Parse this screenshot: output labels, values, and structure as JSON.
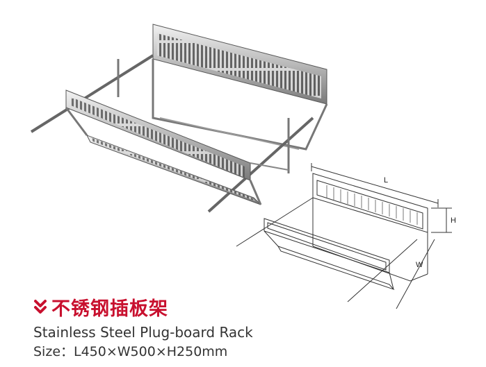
{
  "photo": {
    "alt": "stainless steel plug-board rack photo"
  },
  "drawing": {
    "label_length": "L",
    "label_height": "H",
    "label_width": "W"
  },
  "caption": {
    "title_cn": "不锈钢插板架",
    "title_en": "Stainless Steel Plug-board Rack",
    "spec": "Size：L450×W500×H250mm"
  },
  "colors": {
    "accent": "#c8102e",
    "text": "#333333"
  }
}
